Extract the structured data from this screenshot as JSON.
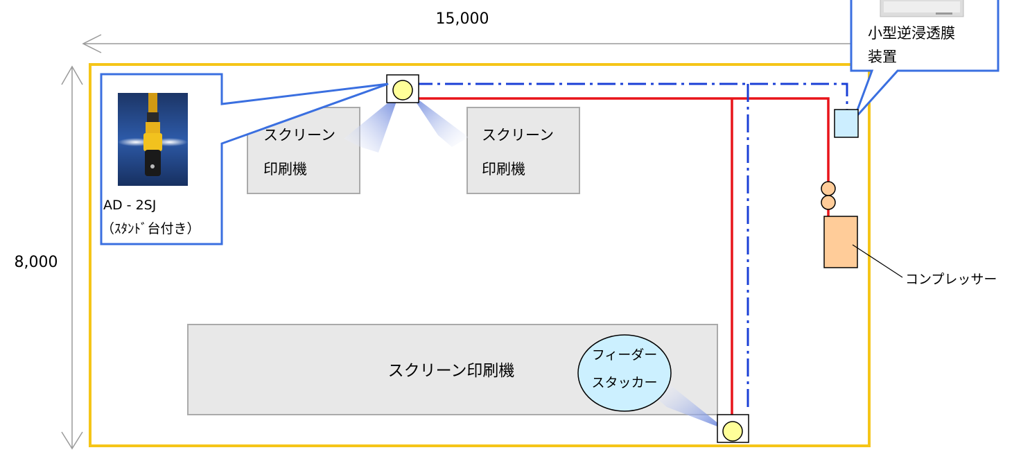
{
  "dimensions": {
    "width_label": "15,000",
    "height_label": "8,000"
  },
  "machines": {
    "screen_printer_left": {
      "line1": "スクリーン",
      "line2": "印刷機"
    },
    "screen_printer_right": {
      "line1": "スクリーン",
      "line2": "印刷機"
    },
    "screen_printer_large": {
      "label": "スクリーン印刷機"
    }
  },
  "feeder_bubble": {
    "line1": "フィーダー",
    "line2": "スタッカー"
  },
  "nozzle_callout": {
    "model": "AD - 2SJ",
    "note": "（ｽﾀﾝﾄﾞ台付き）"
  },
  "ro_callout": {
    "line1": "小型逆浸透膜",
    "line2": "装置"
  },
  "compressor": {
    "label": "コンプレッサー"
  },
  "colors": {
    "room_border": "#f5c518",
    "air_pipe": "#e8141a",
    "water_line": "#1a3fd6",
    "callout_border": "#3a6fe0",
    "nozzle_fill": "#ffff99",
    "machine_fill": "#e8e8e8",
    "compressor_fill": "#ffcc99",
    "ro_unit_fill": "#cceeff",
    "bubble_fill": "#ccf0ff"
  },
  "icons": {
    "nozzle_photo": "spray-nozzle-photo-icon",
    "ro_photo": "ro-device-photo-icon"
  }
}
